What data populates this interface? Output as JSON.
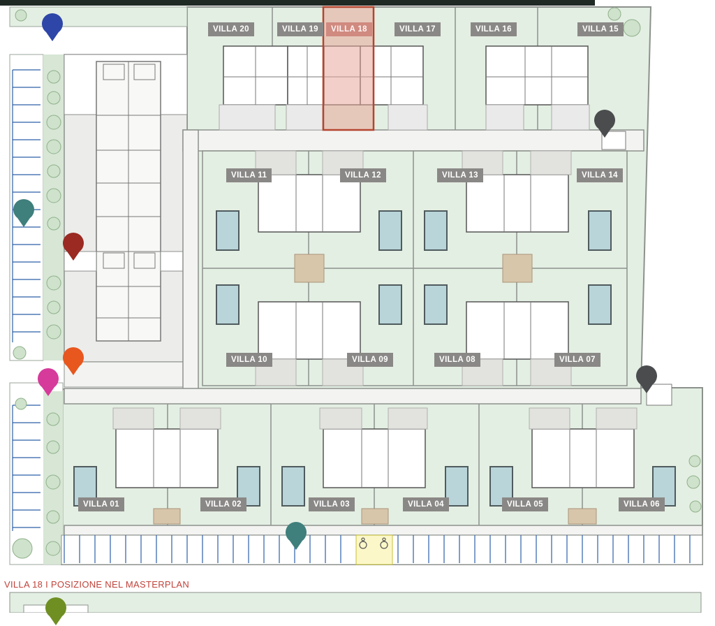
{
  "caption": "VILLA 18  I  POSIZIONE NEL MASTERPLAN",
  "selected_villa": "VILLA 18",
  "colors": {
    "lawn": "#e4efe3",
    "paving": "#f3f4f2",
    "wall": "#8c918c",
    "pool": "#b9d5d9",
    "selection": "#b5452f",
    "label_bg": "#8a8886",
    "caption": "#c0433a"
  },
  "villas": [
    {
      "id": "v20",
      "label": "VILLA 20"
    },
    {
      "id": "v19",
      "label": "VILLA 19"
    },
    {
      "id": "v18",
      "label": "VILLA 18"
    },
    {
      "id": "v17",
      "label": "VILLA 17"
    },
    {
      "id": "v16",
      "label": "VILLA 16"
    },
    {
      "id": "v15",
      "label": "VILLA 15"
    },
    {
      "id": "v11",
      "label": "VILLA 11"
    },
    {
      "id": "v12",
      "label": "VILLA 12"
    },
    {
      "id": "v13",
      "label": "VILLA 13"
    },
    {
      "id": "v14",
      "label": "VILLA 14"
    },
    {
      "id": "v10",
      "label": "VILLA 10"
    },
    {
      "id": "v09",
      "label": "VILLA 09"
    },
    {
      "id": "v08",
      "label": "VILLA 08"
    },
    {
      "id": "v07",
      "label": "VILLA 07"
    },
    {
      "id": "v01",
      "label": "VILLA 01"
    },
    {
      "id": "v02",
      "label": "VILLA 02"
    },
    {
      "id": "v03",
      "label": "VILLA 03"
    },
    {
      "id": "v04",
      "label": "VILLA 04"
    },
    {
      "id": "v05",
      "label": "VILLA 05"
    },
    {
      "id": "v06",
      "label": "VILLA 06"
    }
  ],
  "pins": [
    {
      "id": "pin-blue",
      "color": "#2e46a8"
    },
    {
      "id": "pin-teal-left",
      "color": "#3f7f7c"
    },
    {
      "id": "pin-red",
      "color": "#9a2a22"
    },
    {
      "id": "pin-orange",
      "color": "#e8571e"
    },
    {
      "id": "pin-magenta",
      "color": "#d63a9b"
    },
    {
      "id": "pin-dark-top",
      "color": "#4a4c4e"
    },
    {
      "id": "pin-dark-right",
      "color": "#4a4c4e"
    },
    {
      "id": "pin-teal-bottom",
      "color": "#3f7f7c"
    },
    {
      "id": "pin-olive",
      "color": "#6f8f23"
    }
  ],
  "icons": {
    "accessible_parking": "wheelchair-icon"
  }
}
